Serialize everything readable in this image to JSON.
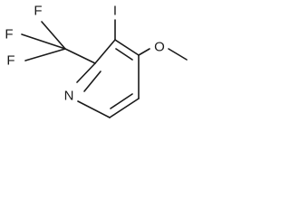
{
  "molecule": {
    "atoms": {
      "nitrogen": "N",
      "iodine": "I",
      "oxygen": "O",
      "fluorine_1": "F",
      "fluorine_2": "F",
      "fluorine_3": "F"
    }
  }
}
